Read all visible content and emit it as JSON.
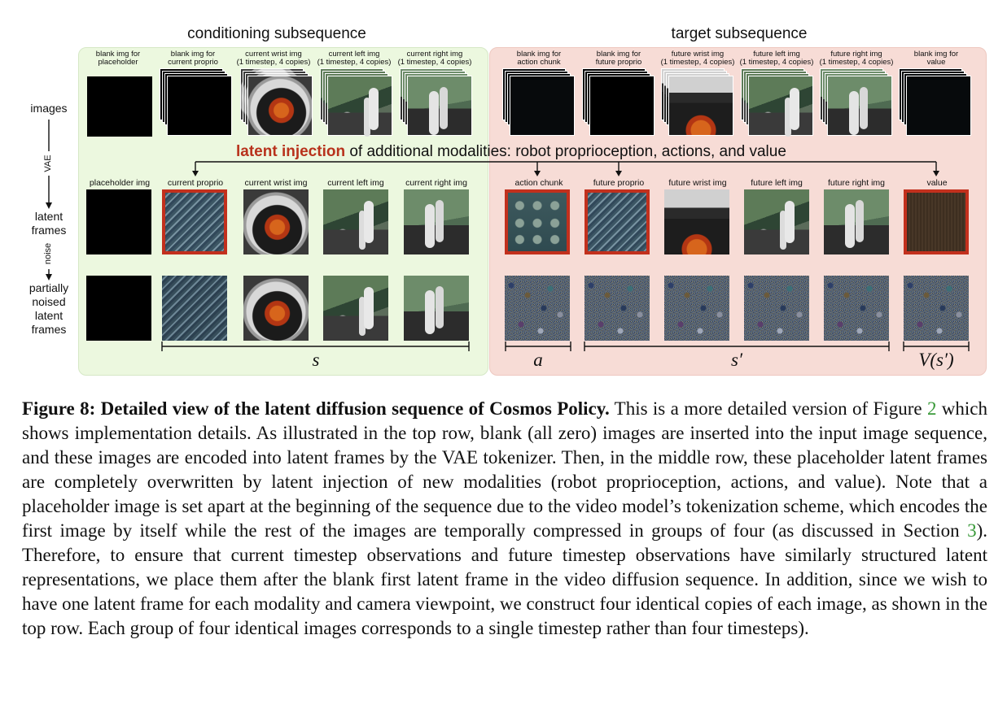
{
  "headers": {
    "conditioning": "conditioning subsequence",
    "target": "target subsequence"
  },
  "row_labels": {
    "images": "images",
    "vae": "VAE",
    "latent_frames": "latent\nframes",
    "noise": "noise",
    "partially_noised": "partially\nnoised\nlatent\nframes"
  },
  "top_labels": [
    "blank img for\nplaceholder",
    "blank img for\ncurrent proprio",
    "current wrist img\n(1 timestep, 4 copies)",
    "current left img\n(1 timestep, 4 copies)",
    "current right img\n(1 timestep, 4 copies)",
    "blank img for\naction chunk",
    "blank img for\nfuture proprio",
    "future wrist img\n(1 timestep, 4 copies)",
    "future left img\n(1 timestep, 4 copies)",
    "future right img\n(1 timestep, 4 copies)",
    "blank img for\nvalue"
  ],
  "latent_labels": [
    "placeholder img",
    "current proprio",
    "current wrist img",
    "current left img",
    "current right img",
    "action chunk",
    "future proprio",
    "future wrist img",
    "future left img",
    "future right img",
    "value"
  ],
  "injection": {
    "highlight": "latent injection",
    "rest": " of additional modalities: robot proprioception, actions, and value"
  },
  "math_labels": {
    "s": "s",
    "a": "a",
    "s_prime": "s′",
    "value": "V(s′)"
  },
  "caption": {
    "bold": "Figure 8: Detailed view of the latent diffusion sequence of Cosmos Policy.",
    "part1": " This is a more detailed version of Figure ",
    "ref1": "2",
    "part2": " which shows implementation details. As illustrated in the top row, blank (all zero) images are inserted into the input image sequence, and these images are encoded into latent frames by the VAE tokenizer. Then, in the middle row, these placeholder latent frames are completely overwritten by latent injection of new modalities (robot proprioception, actions, and value). Note that a placeholder image is set apart at the beginning of the sequence due to the video model’s tokenization scheme, which encodes the first image by itself while the rest of the images are temporally compressed in groups of four (as discussed in Section ",
    "ref2": "3",
    "part3": "). Therefore, to ensure that current timestep observations and future timestep observations have similarly structured latent representations, we place them after the blank first latent frame in the video diffusion sequence. In addition, since we wish to have one latent frame for each modality and camera viewpoint, we construct four identical copies of each image, as shown in the top row. Each group of four identical images corresponds to a single timestep rather than four timesteps)."
  },
  "colors": {
    "conditioning_panel": "#ecf8df",
    "target_panel": "#f7dcd6",
    "injection_red": "#b8321c",
    "frame_red": "#c2301d",
    "ref_green": "#3a9a3a"
  }
}
